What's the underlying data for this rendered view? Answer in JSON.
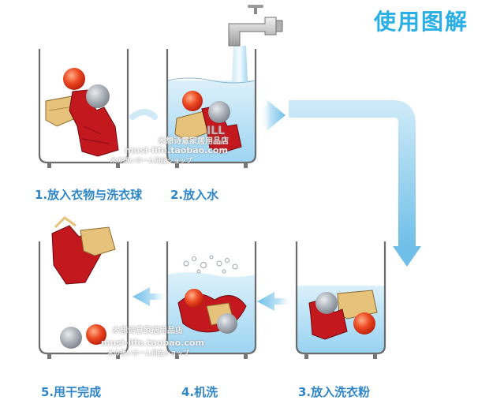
{
  "title": "使用图解",
  "steps": [
    {
      "label": "1.放入衣物与洗衣球"
    },
    {
      "label": "2.放入水"
    },
    {
      "label": "3.放入洗衣粉"
    },
    {
      "label": "4.机洗"
    },
    {
      "label": "5.甩干完成"
    }
  ],
  "watermark": {
    "shop_name": "木想诗意家居用品店",
    "url": "musi-life.taobao.com",
    "jp_text": "木の想いホーム用品ショップ",
    "badge": "ILL"
  },
  "colors": {
    "title": "#2aaee6",
    "label": "#2f86c8",
    "arrow": "#7fc4ec",
    "water": "#9fd3ef",
    "water_deep": "#6fbfe8",
    "container": "#6b6b6b",
    "ball_red": "#e23a1e",
    "ball_gray": "#a9aeb6",
    "cloth_red": "#c2181e",
    "cloth_tan": "#e6c27a"
  },
  "icons": [
    "faucet-icon",
    "laundry-ball-icon",
    "clothes-icon",
    "flow-arrow-icon",
    "bubbles-icon"
  ]
}
